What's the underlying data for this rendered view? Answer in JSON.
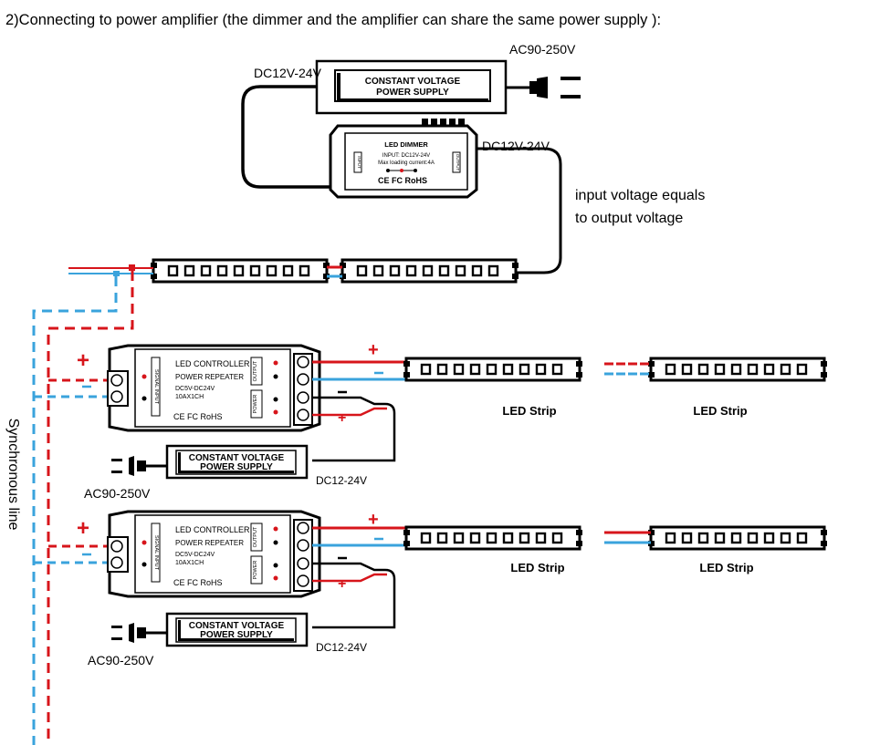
{
  "heading": "2)Connecting to power amplifier (the dimmer and the amplifier can share the same power supply ):",
  "top_psu": {
    "label_line1": "CONSTANT VOLTAGE",
    "label_line2": "POWER SUPPLY",
    "ac_label": "AC90-250V",
    "dc_label": "DC12V-24V"
  },
  "dimmer": {
    "title": "LED DIMMER",
    "spec_line1": "INPUT:    DC12V-24V",
    "spec_line2": "Max loading current:4A",
    "cert": "CE FC RoHS",
    "dc_label": "DC12V-24V",
    "input_side": "INPUT",
    "output_side": "OUTPUT"
  },
  "note_line1": "input voltage equals",
  "note_line2": "to output voltage",
  "sync_label": "Synchronous line",
  "repeaters": [
    {
      "line1": "LED CONTROLLER",
      "line2": "POWER REPEATER",
      "line3": "DC5V-DC24V",
      "line4": "10AX1CH",
      "cert": "CE FC RoHS",
      "signal_input": "SIGNAL INPUT",
      "output_tag": "OUTPUT",
      "power_tag": "POWER",
      "psu_line1": "CONSTANT VOLTAGE",
      "psu_line2": "POWER SUPPLY",
      "ac_label": "AC90-250V",
      "dc_label": "DC12-24V",
      "strip_labels": [
        "LED Strip",
        "LED Strip"
      ]
    },
    {
      "line1": "LED CONTROLLER",
      "line2": "POWER REPEATER",
      "line3": "DC5V-DC24V",
      "line4": "10AX1CH",
      "cert": "CE FC RoHS",
      "signal_input": "SIGNAL INPUT",
      "output_tag": "OUTPUT",
      "power_tag": "POWER",
      "psu_line1": "CONSTANT VOLTAGE",
      "psu_line2": "POWER SUPPLY",
      "ac_label": "AC90-250V",
      "dc_label": "DC12-24V",
      "strip_labels": [
        "LED Strip",
        "LED Strip"
      ]
    }
  ],
  "colors": {
    "positive": "#d7151b",
    "negative": "#3aa3dc",
    "device": "#000000"
  }
}
